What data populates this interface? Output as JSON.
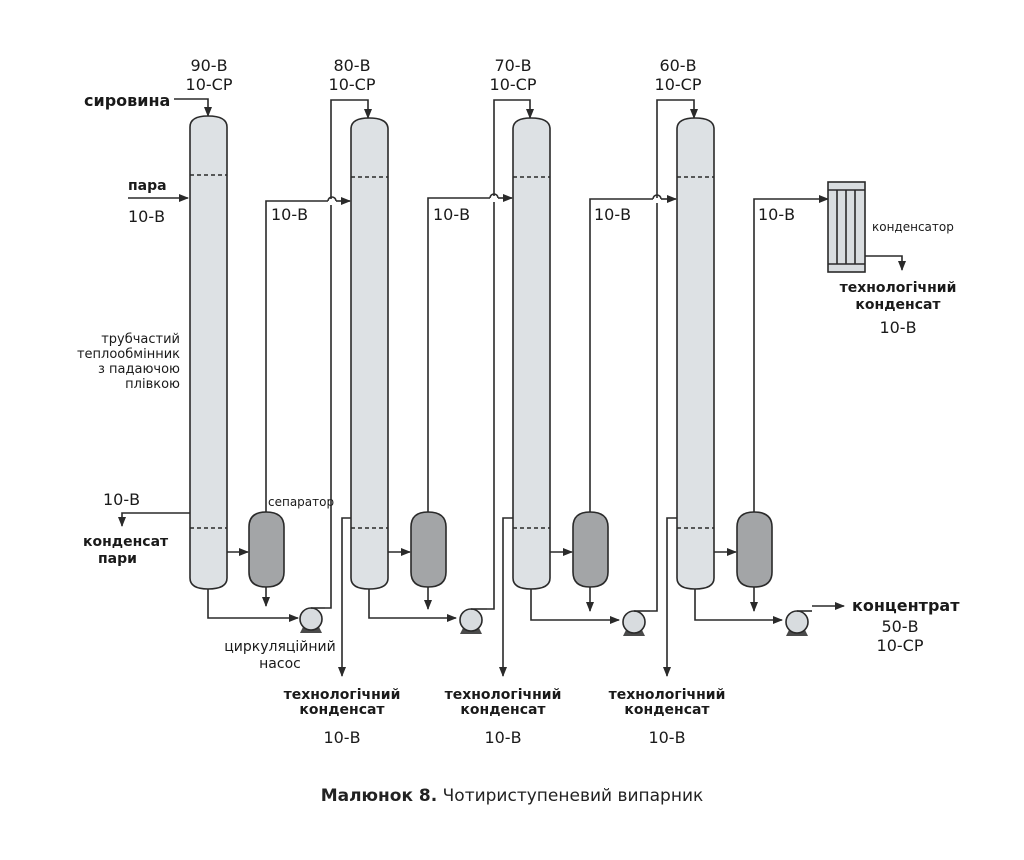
{
  "diagram": {
    "stages": [
      {
        "temp": "90-В",
        "conc": "10-СР"
      },
      {
        "temp": "80-В",
        "conc": "10-СР"
      },
      {
        "temp": "70-В",
        "conc": "10-СР"
      },
      {
        "temp": "60-В",
        "conc": "10-СР"
      }
    ],
    "raw_material": "сировина",
    "steam": {
      "label": "пара",
      "code": "10-В"
    },
    "vapor_code": "10-В",
    "heat_exchanger_label": [
      "трубчастий",
      "теплообмінник",
      "з падаючою",
      "плівкою"
    ],
    "separator_label": "сепаратор",
    "steam_condensate": {
      "code": "10-В",
      "line1": "конденсат",
      "line2": "пари"
    },
    "pump_label": [
      "циркуляційний",
      "насос"
    ],
    "process_condensate": {
      "line1": "технологічний",
      "line2": "конденсат",
      "code": "10-В"
    },
    "condenser_label": "конденсатор",
    "concentrate": {
      "label": "концентрат",
      "code1": "50-В",
      "code2": "10-СР"
    }
  },
  "caption": {
    "bold": "Малюнок 8.",
    "text": " Чотириступеневий випарник"
  }
}
